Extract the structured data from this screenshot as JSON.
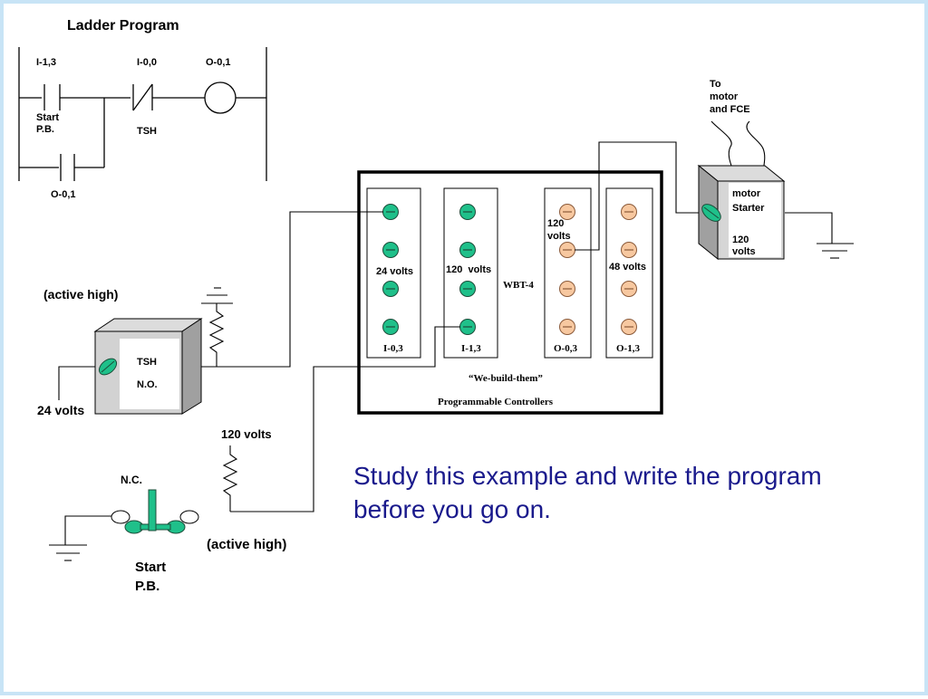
{
  "ladder": {
    "title": "Ladder Program",
    "contact_start_tag": "I-1,3",
    "contact_tsh_tag": "I-0,0",
    "coil_tag": "O-0,1",
    "start_label_1": "Start",
    "start_label_2": "P.B.",
    "tsh_label": "TSH",
    "seal_in_tag": "O-0,1"
  },
  "plc": {
    "modules": [
      {
        "label": "I-0,3",
        "voltage": "24 volts"
      },
      {
        "label": "I-1,3",
        "voltage": "120  volts"
      },
      {
        "label": "O-0,3",
        "voltage_1": "120",
        "voltage_2": "volts"
      },
      {
        "label": "O-1,3",
        "voltage": "48 volts"
      }
    ],
    "model": "WBT-4",
    "brand_quote": "“We-build-them”",
    "brand_name": "Programmable Controllers",
    "colors": {
      "input_terminal": "#1fc08a",
      "output_terminal": "#f7c8a0",
      "frame": "#000000"
    }
  },
  "tsh_switch": {
    "name": "TSH",
    "type": "N.O.",
    "mode": "(active high)",
    "voltage": "24 volts"
  },
  "start_pb": {
    "type": "N.C.",
    "voltage": "120 volts",
    "mode": "(active high)",
    "label_1": "Start",
    "label_2": "P.B."
  },
  "motor_starter": {
    "name_1": "motor",
    "name_2": "Starter",
    "voltage_1": "120",
    "voltage_2": "volts",
    "dest_1": "To",
    "dest_2": "motor",
    "dest_3": "and FCE"
  },
  "instruction": "Study this example and write the program before you go on."
}
